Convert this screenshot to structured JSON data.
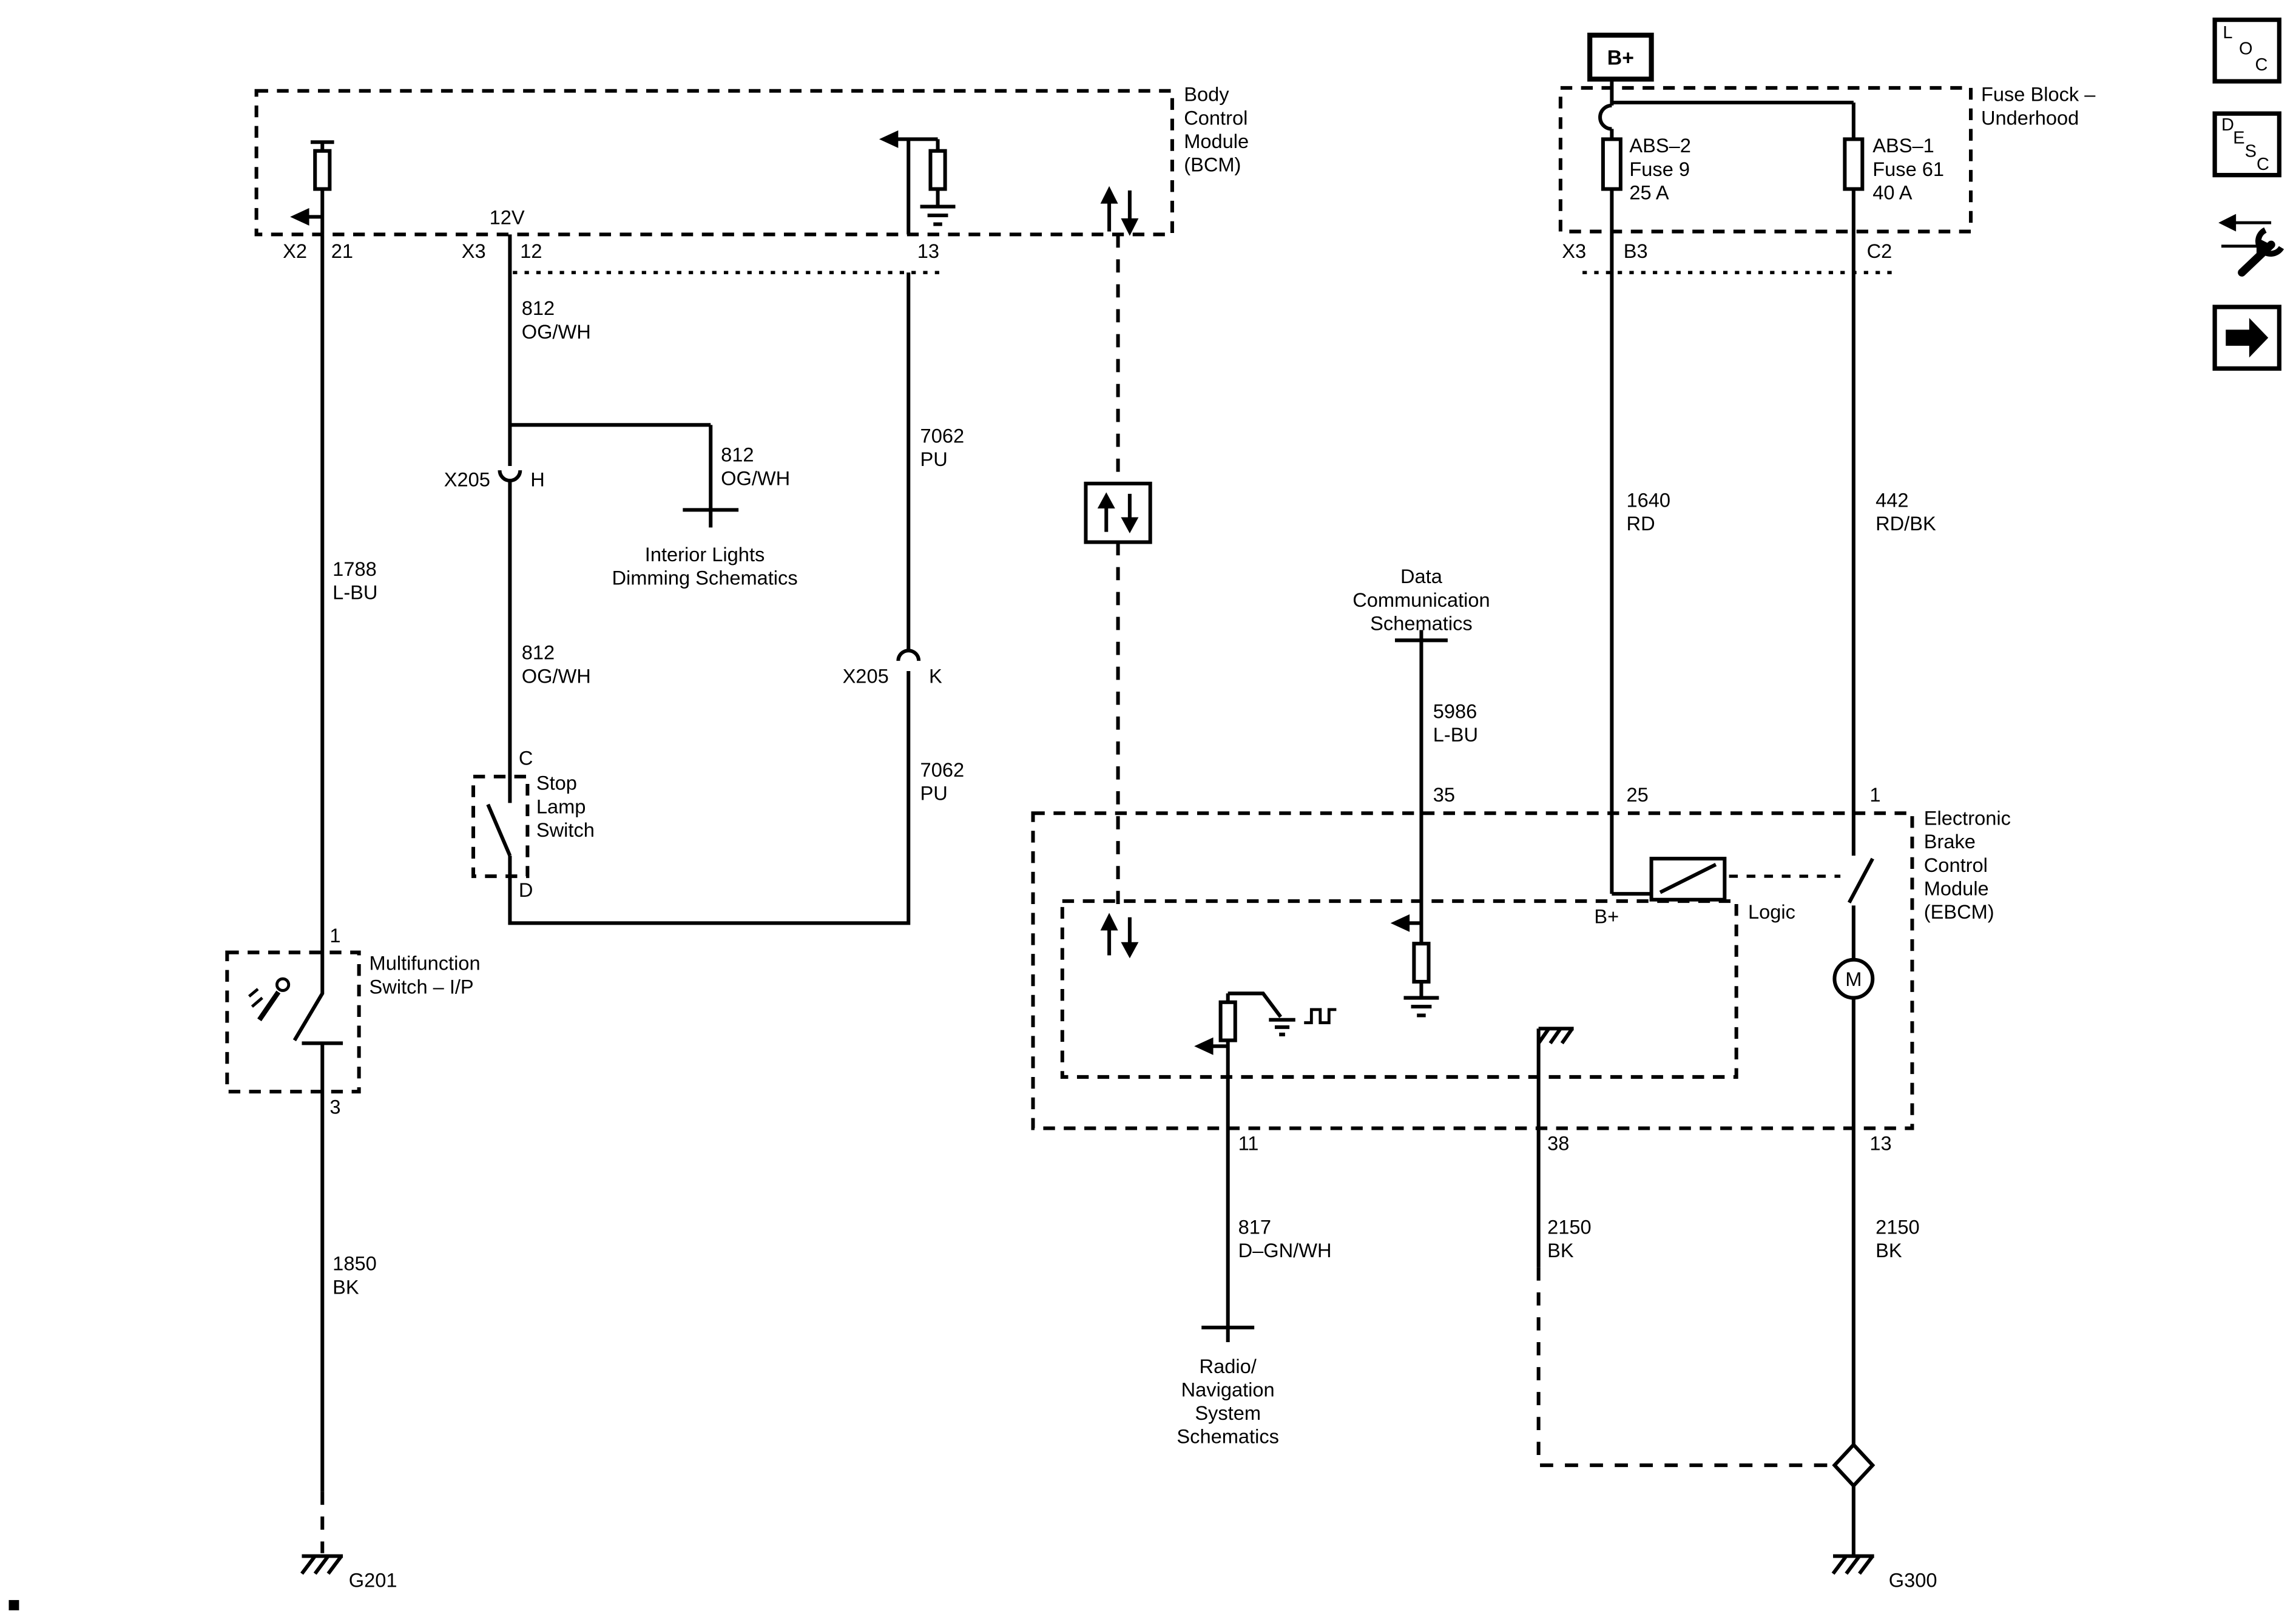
{
  "colors": {
    "ink": "#000000",
    "background": "#ffffff"
  },
  "bcm": {
    "title": "Body\nControl\nModule\n(BCM)",
    "supply": "12V",
    "conn_x2": "X2",
    "pin_21": "21",
    "conn_x3": "X3",
    "pin_12": "12",
    "pin_13": "13"
  },
  "fuse_block": {
    "title": "Fuse Block –\nUnderhood",
    "bplus": "B+",
    "fuse_abs2": "ABS–2\nFuse 9\n25 A",
    "fuse_abs1": "ABS–1\nFuse 61\n40 A",
    "conn_x3": "X3",
    "pin_b3": "B3",
    "pin_c2": "C2"
  },
  "ebcm": {
    "title": "Electronic\nBrake\nControl\nModule\n(EBCM)",
    "logic": "Logic",
    "bplus": "B+",
    "motor": "M",
    "pin_25": "25",
    "pin_1": "1",
    "pin_35": "35",
    "pin_11": "11",
    "pin_38": "38",
    "pin_13": "13"
  },
  "switches": {
    "multifunction": {
      "title": "Multifunction\nSwitch – I/P",
      "pin_1": "1",
      "pin_3": "3"
    },
    "stop_lamp": {
      "title": "Stop\nLamp\nSwitch",
      "pin_c": "C",
      "pin_d": "D"
    }
  },
  "connectors": {
    "x205h": {
      "name": "X205",
      "pin": "H"
    },
    "x205k": {
      "name": "X205",
      "pin": "K"
    }
  },
  "wires": {
    "w1788": "1788\nL-BU",
    "w812_a": "812\nOG/WH",
    "w812_b": "812\nOG/WH",
    "w812_c": "812\nOG/WH",
    "w7062_a": "7062\nPU",
    "w7062_b": "7062\nPU",
    "w1850": "1850\nBK",
    "w1640": "1640\nRD",
    "w442": "442\nRD/BK",
    "w5986": "5986\nL-BU",
    "w817": "817\nD–GN/WH",
    "w2150_a": "2150\nBK",
    "w2150_b": "2150\nBK"
  },
  "references": {
    "interior_lights": "Interior Lights\nDimming Schematics",
    "data_comm": "Data\nCommunication\nSchematics",
    "radio_nav": "Radio/\nNavigation\nSystem\nSchematics"
  },
  "grounds": {
    "g201": "G201",
    "g300": "G300"
  },
  "toolbar": {
    "loc": [
      "L",
      "O",
      "C"
    ],
    "desc": [
      "D",
      "E",
      "S",
      "C"
    ]
  },
  "icons": {
    "serial_data": "up-down-arrows-icon",
    "ground": "chassis-ground-icon",
    "motor": "motor-circle-icon",
    "repair": "wrench-arrows-icon",
    "forward": "right-arrow-icon"
  }
}
